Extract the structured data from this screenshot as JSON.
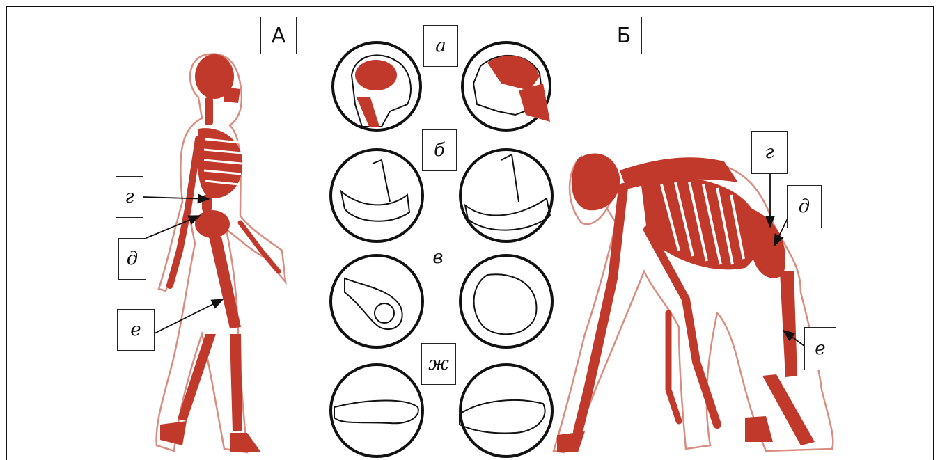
{
  "panels": {
    "human": "А",
    "ape": "Б"
  },
  "feature_labels": {
    "a": "а",
    "b": "б",
    "v": "в",
    "zh": "ж"
  },
  "human_labels": {
    "g": "г",
    "d": "д",
    "e": "е"
  },
  "ape_labels": {
    "g": "г",
    "d": "д",
    "e": "е"
  },
  "colors": {
    "bone": "#c0392b",
    "body_outline": "#d98c80",
    "line": "#111111"
  }
}
